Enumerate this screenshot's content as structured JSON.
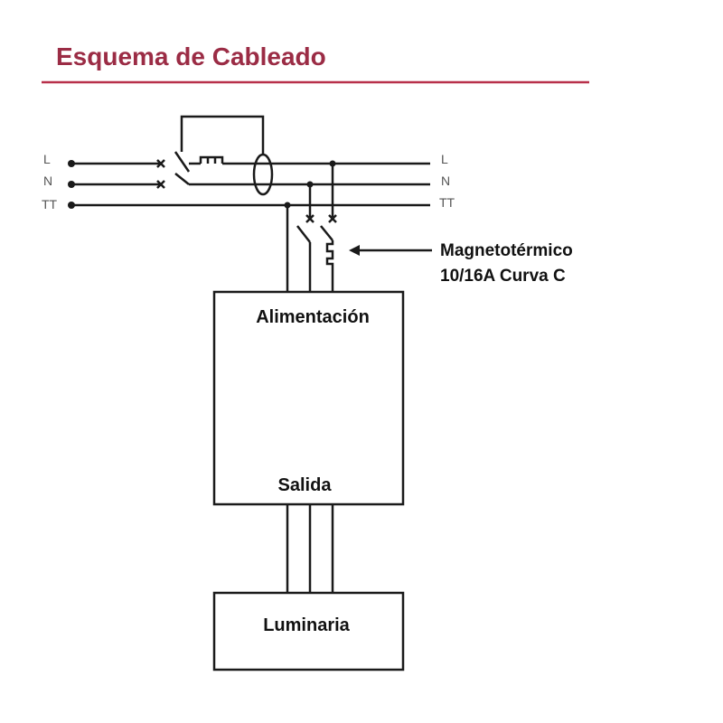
{
  "title": "Esquema de Cableado",
  "colors": {
    "title": "#9b2c45",
    "rule": "#b8304a",
    "line": "#1a1a1a"
  },
  "lines": {
    "left": [
      "L",
      "N",
      "TT"
    ],
    "right": [
      "L",
      "N",
      "TT"
    ]
  },
  "breaker": {
    "label_line1": "Magnetotérmico",
    "label_line2": "10/16A Curva C"
  },
  "boxes": {
    "power": {
      "top_label": "Alimentación",
      "bottom_label": "Salida"
    },
    "luminaire": {
      "label": "Luminaria"
    }
  }
}
